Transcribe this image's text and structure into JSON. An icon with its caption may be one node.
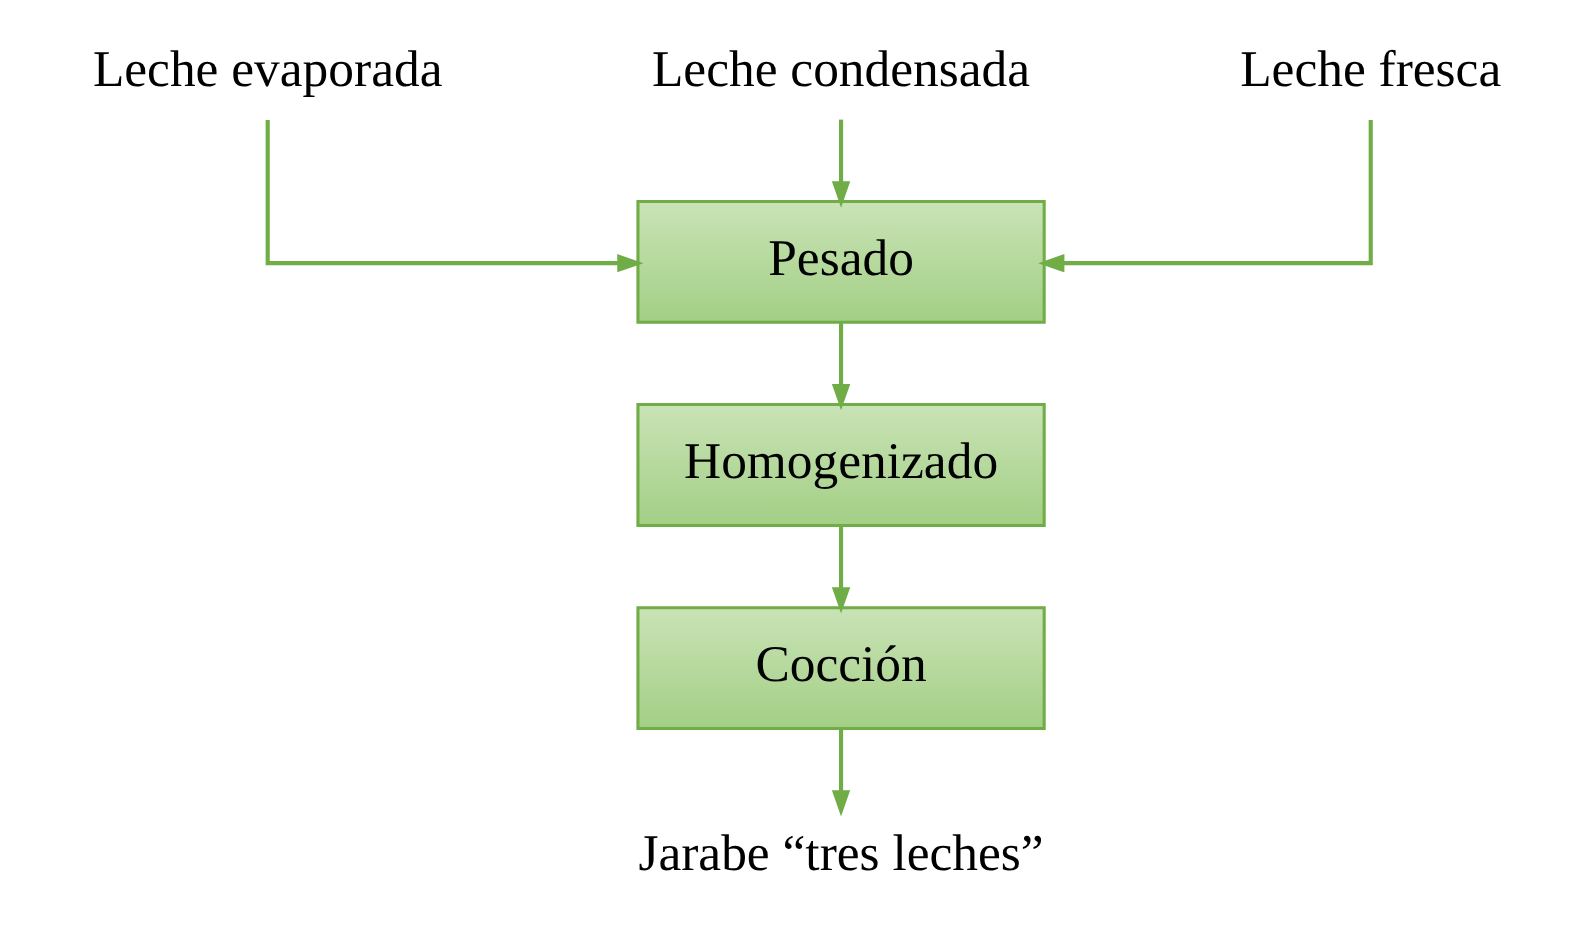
{
  "diagram": {
    "nodes": [
      {
        "text": [
          "Leche evaporada"
        ]
      },
      {
        "text": [
          "Leche condensada"
        ]
      },
      {
        "text": [
          "Leche fresca"
        ]
      },
      {
        "text": [
          "Pesado"
        ]
      },
      {
        "text": [
          "Homogenizado"
        ]
      },
      {
        "text": [
          "Cocción"
        ]
      },
      {
        "text": [
          "Jarabe “tres leches”"
        ]
      }
    ],
    "edges": [
      {
        "from": 0,
        "to": 3,
        "arrow": "to"
      },
      {
        "from": 1,
        "to": 3,
        "arrow": "to"
      },
      {
        "from": 2,
        "to": 3,
        "arrow": "to"
      },
      {
        "from": 3,
        "to": 4,
        "arrow": "to"
      },
      {
        "from": 4,
        "to": 5,
        "arrow": "to"
      },
      {
        "from": 5,
        "to": 6,
        "arrow": "to"
      }
    ]
  }
}
